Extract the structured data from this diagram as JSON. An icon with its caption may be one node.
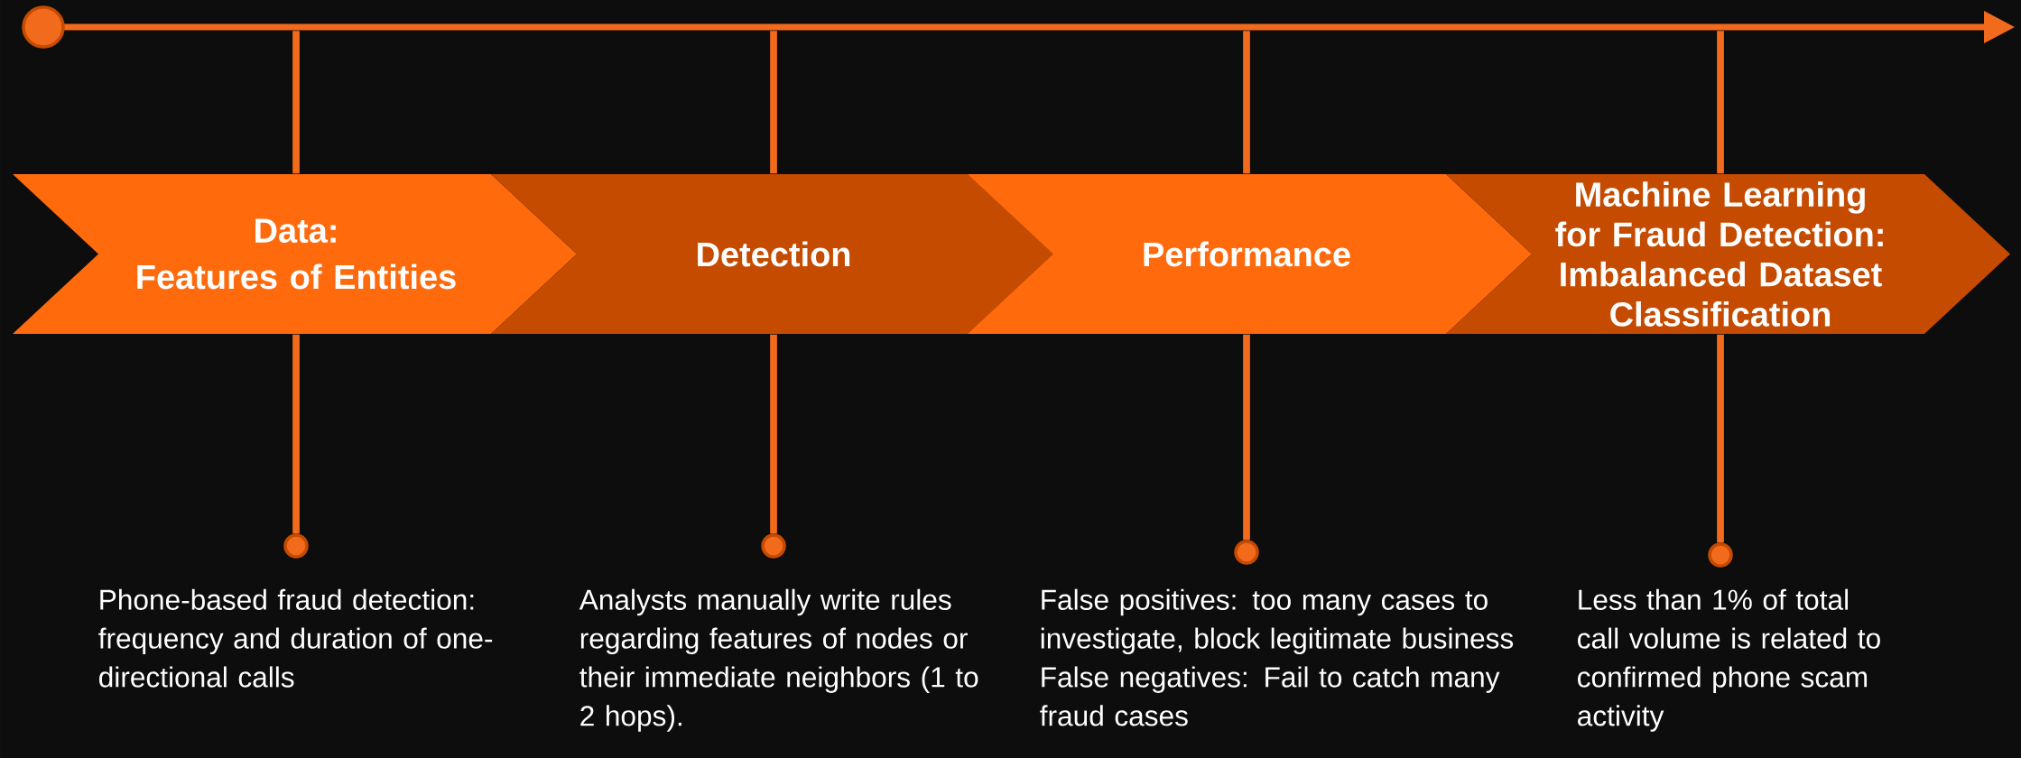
{
  "diagram": {
    "nodes": [
      {
        "text": [],
        "shape": "bar"
      },
      {
        "text": [
          "Data:",
          "Features of Entities"
        ]
      },
      {
        "text": [
          "Detection"
        ]
      },
      {
        "text": [
          "Performance"
        ]
      },
      {
        "text": [
          "Machine Learning for Fraud Detection: Imbalanced Dataset Classification"
        ]
      },
      {
        "text": [],
        "shape": "circle"
      },
      {
        "text": [],
        "shape": "circle"
      },
      {
        "text": [],
        "shape": "circle"
      },
      {
        "text": [],
        "shape": "circle"
      },
      {
        "text": [
          "Phone-based fraud detection: frequency and duration of one-directional calls"
        ]
      },
      {
        "text": [
          "Analysts manually write rules regarding features of nodes or their immediate neighbors (1 to 2 hops)."
        ]
      },
      {
        "text": [
          "False positives: too many cases to investigate, block legitimate business False negatives: Fail to catch many fraud cases"
        ]
      },
      {
        "text": [
          "Less than 1% of total call volume is related to confirmed phone scam activity"
        ]
      }
    ],
    "edges": [
      {
        "from": 0,
        "to": 1,
        "arrow": "none"
      },
      {
        "from": 0,
        "to": 2,
        "arrow": "none"
      },
      {
        "from": 0,
        "to": 3,
        "arrow": "none"
      },
      {
        "from": 0,
        "to": 4,
        "arrow": "none"
      },
      {
        "from": 1,
        "to": 5,
        "arrow": "none"
      },
      {
        "from": 2,
        "to": 6,
        "arrow": "none"
      },
      {
        "from": 3,
        "to": 7,
        "arrow": "none"
      },
      {
        "from": 4,
        "to": 8,
        "arrow": "none"
      }
    ]
  }
}
